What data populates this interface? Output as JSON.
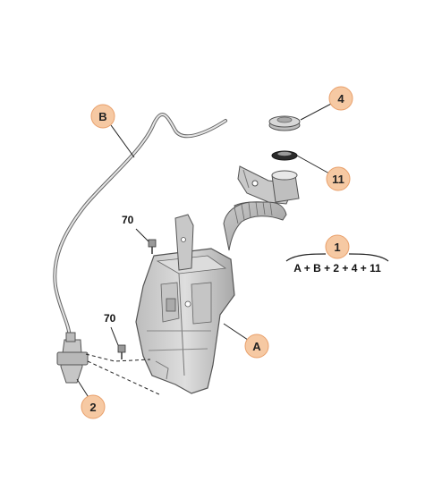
{
  "callouts": {
    "A": "A",
    "B": "B",
    "c2": "2",
    "c4": "4",
    "c11": "11",
    "c1": "1"
  },
  "screw_labels": [
    "70",
    "70"
  ],
  "kit_formula": "A + B + 2 + 4 + 11",
  "colors": {
    "callout_fill": "#f6c9a3",
    "callout_stroke": "#e9a06b",
    "part_fill": "#d2d2d2",
    "part_stroke": "#555555",
    "line": "#222222"
  }
}
